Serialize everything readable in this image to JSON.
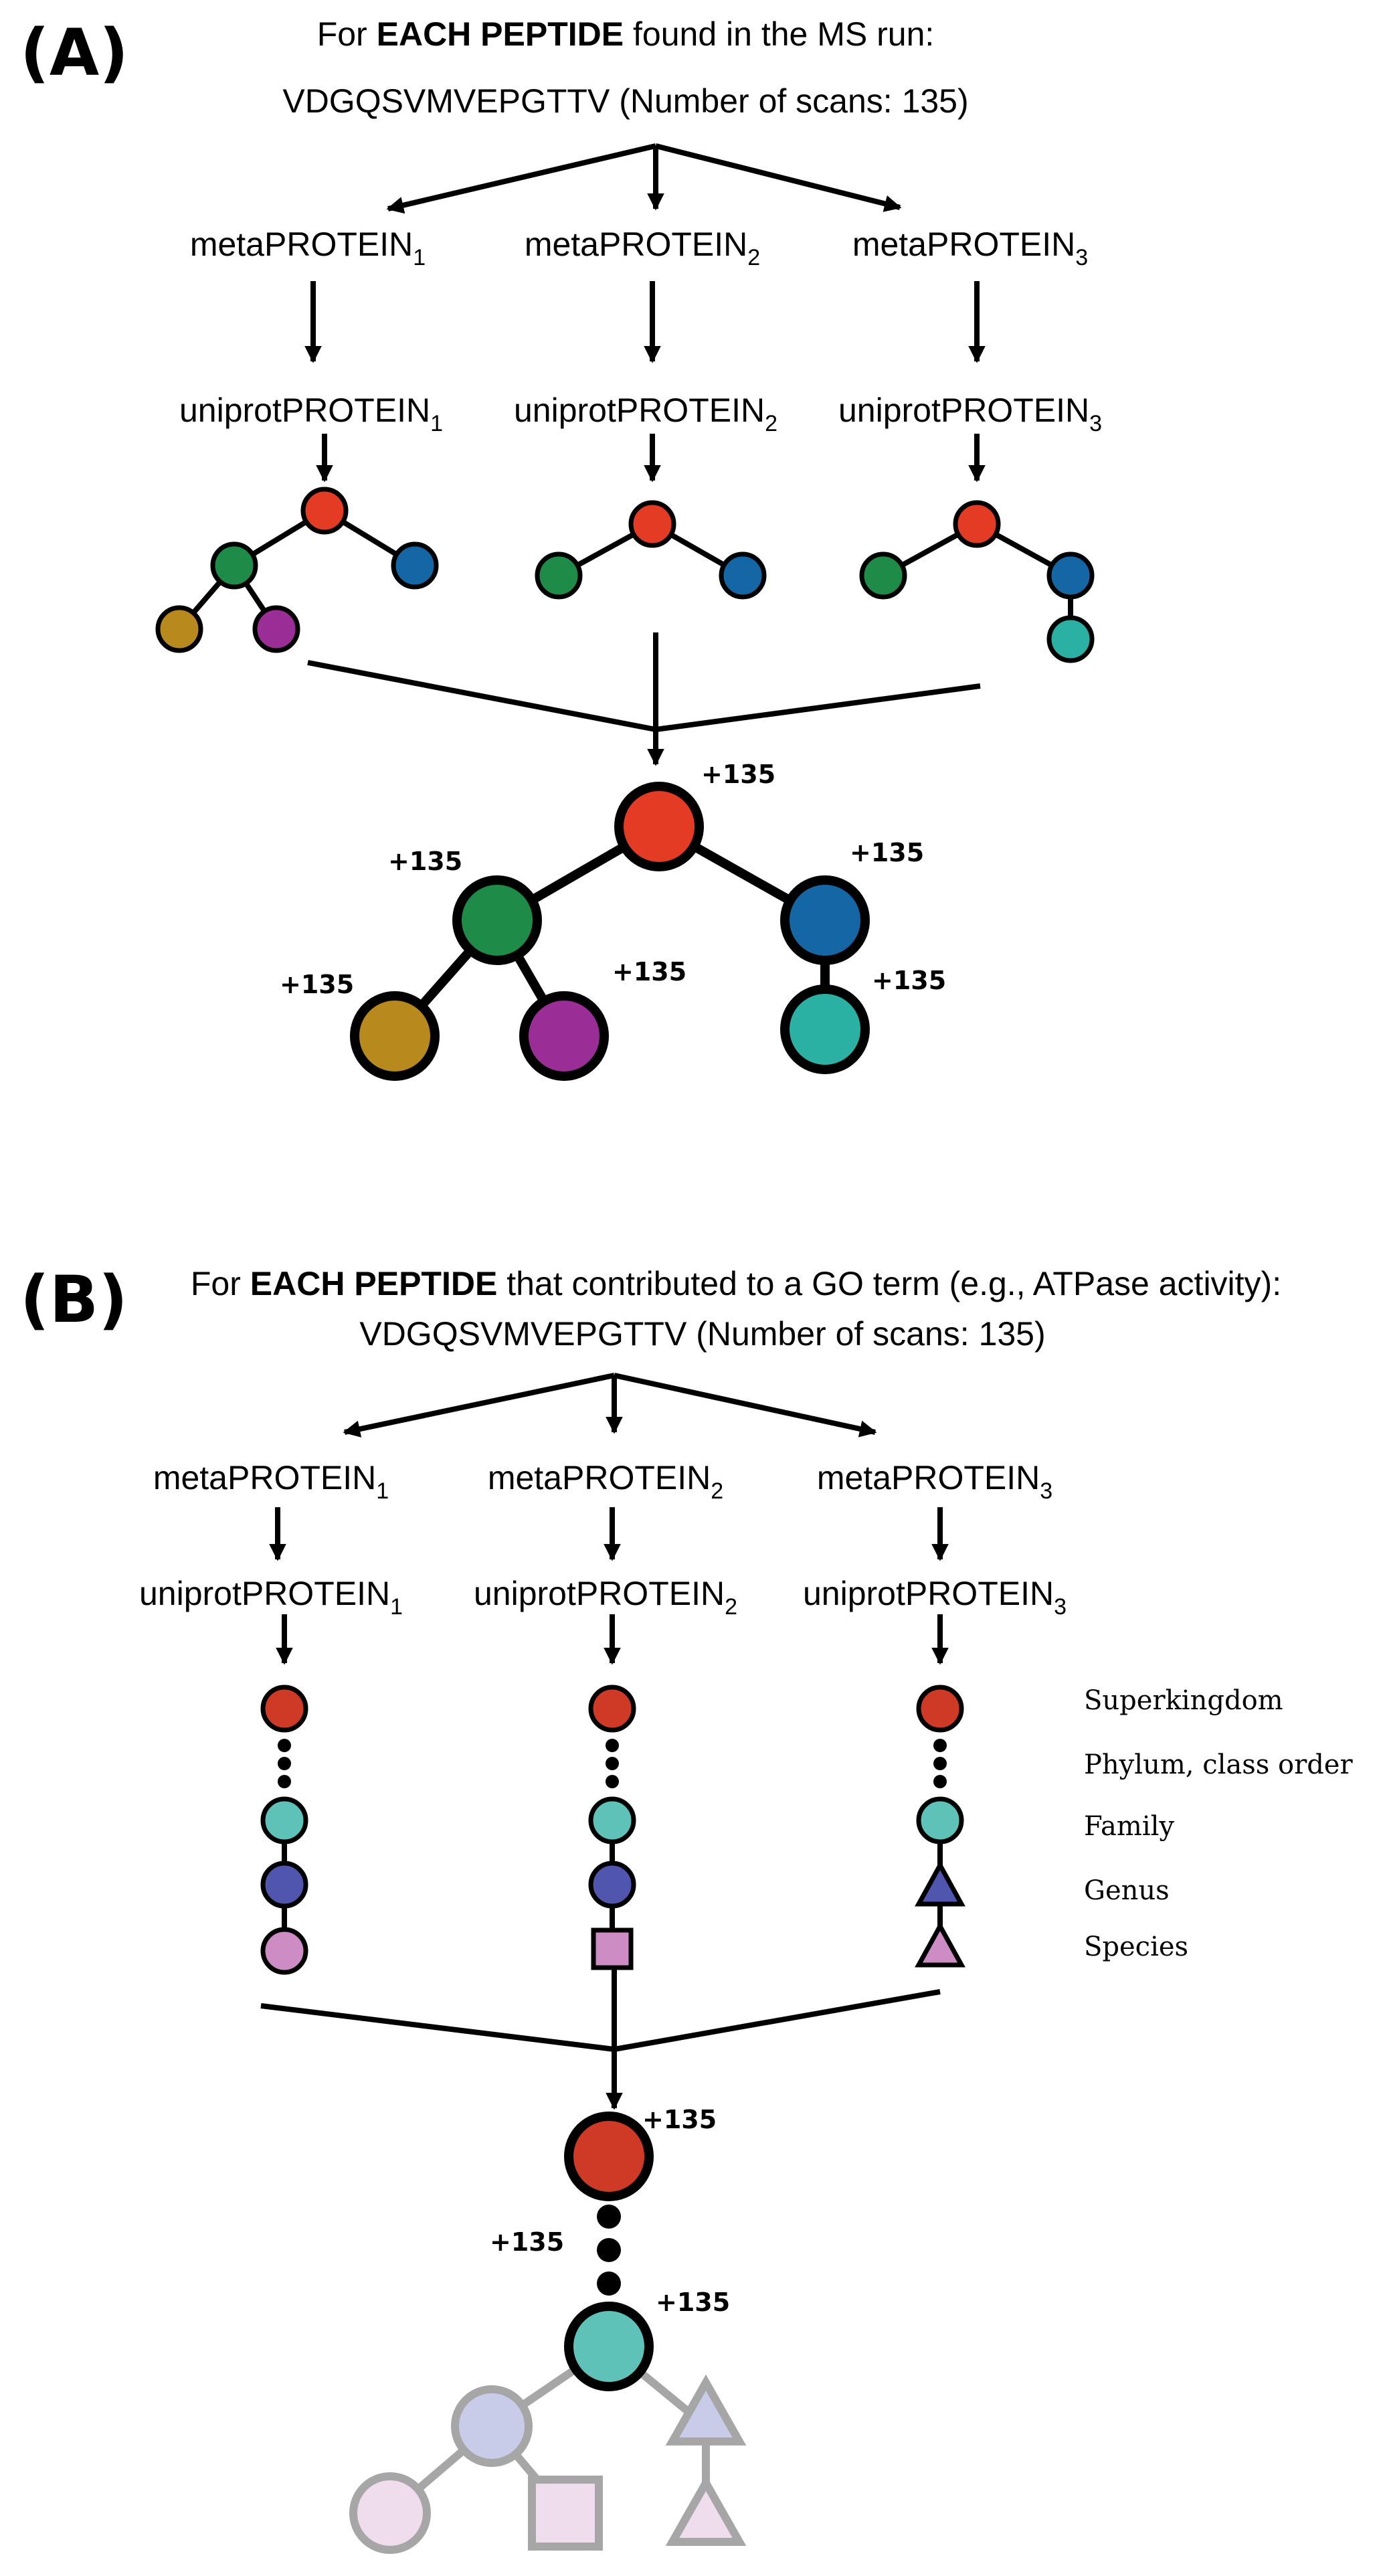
{
  "panel_a": {
    "label": "(A)",
    "heading_pre": "For ",
    "heading_bold": "EACH PEPTIDE",
    "heading_post": " found in the MS run:",
    "peptide": "VDGQSVMVEPGTTV (Number of scans: 135)",
    "meta_base": "metaPROTEIN",
    "uniprot_base": "uniprotPROTEIN",
    "subscripts": [
      "1",
      "2",
      "3"
    ],
    "count_label": "+135"
  },
  "panel_b": {
    "label": "(B)",
    "heading_pre": "For ",
    "heading_bold": "EACH PEPTIDE",
    "heading_post": " that contributed to a GO term (e.g., ATPase activity):",
    "peptide": "VDGQSVMVEPGTTV (Number of scans: 135)",
    "meta_base": "metaPROTEIN",
    "uniprot_base": "uniprotPROTEIN",
    "subscripts": [
      "1",
      "2",
      "3"
    ],
    "count_label": "+135",
    "ranks": [
      "Superkingdom",
      "Phylum, class order",
      "Family",
      "Genus",
      "Species"
    ]
  },
  "colors": {
    "red": "#e43c24",
    "green": "#1f8b48",
    "blue": "#1466a4",
    "gold": "#b8891c",
    "purple": "#9b2d96",
    "teal": "#2bb0a4",
    "b_red": "#cf3a26",
    "b_teal": "#5ec2b8",
    "b_indigo": "#5055ad",
    "b_pink": "#cd8cc4",
    "grey_lavender": "#c8cce8",
    "grey_pink": "#efdcec",
    "grey_stroke": "#a6a6a6"
  }
}
